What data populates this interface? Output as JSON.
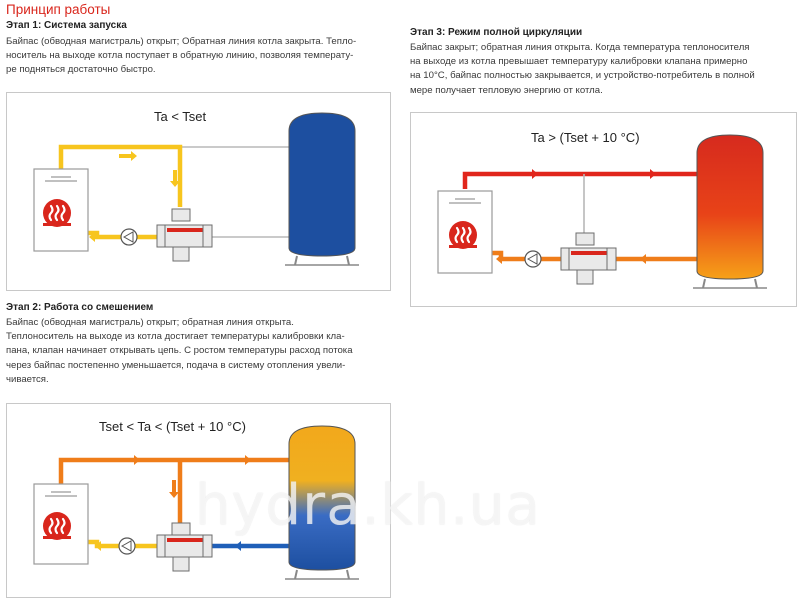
{
  "page": {
    "title": "Принцип работы"
  },
  "stage1": {
    "heading": "Этап 1: Система запуска",
    "lines": [
      "Байпас (обводная магистраль) открыт; Обратная линия котла закрыта. Тепло-",
      "носитель на выходе котла поступает в обратную линию, позволяя температу-",
      "ре подняться достаточно быстро."
    ],
    "formula": "Ta < Tset"
  },
  "stage2": {
    "heading": "Этап 2: Работа со смешением",
    "lines": [
      "Байпас (обводная магистраль) открыт; обратная линия открыта.",
      "Теплоноситель на выходе из котла достигает температуры калибровки кла-",
      "пана, клапан начинает открывать цепь. С ростом температуры расход потока",
      "через байпас постепенно уменьшается, подача в систему отопления увели-",
      "чивается."
    ],
    "formula": "Tset < Ta < (Tset + 10 °C)"
  },
  "stage3": {
    "heading": "Этап 3: Режим полной циркуляции",
    "lines": [
      "Байпас закрыт; обратная линия открыта. Когда температура теплоносителя",
      "на выходе из котла превышает температуру калибровки клапана примерно",
      "на 10°C, байпас полностью закрывается, и устройство-потребитель в полной",
      "мере получает тепловую энергию от котла."
    ],
    "formula": "Ta > (Tset + 10 °C)"
  },
  "watermark": "hydra.kh.ua",
  "colors": {
    "title_red": "#d9261c",
    "hot_red": "#e1261c",
    "warm_orange": "#ef7d1a",
    "startup_yellow": "#f7c51e",
    "cold_blue": "#1f5fb8",
    "tank_blue": "#1d4fa0",
    "tank_red": "#d62a1e",
    "pipe_gray": "#b0b0b0"
  },
  "icons": [
    "boiler-icon",
    "heat-waves-icon",
    "pump-icon",
    "mixing-valve-icon",
    "storage-tank-icon",
    "flow-arrow-icon"
  ]
}
